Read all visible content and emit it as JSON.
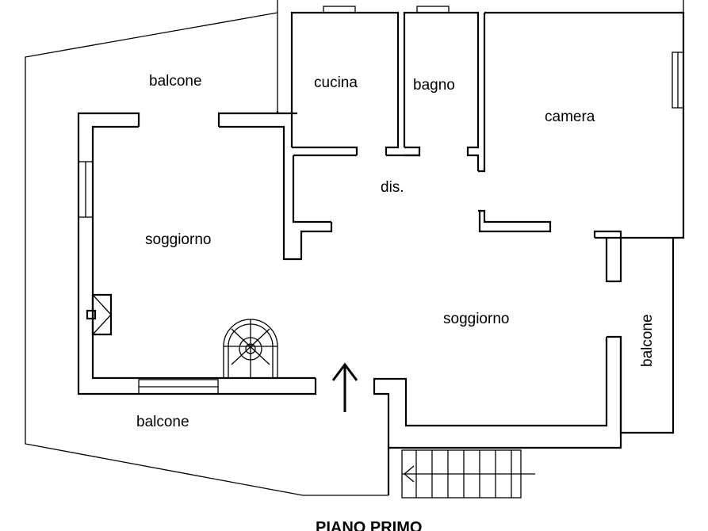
{
  "plan": {
    "title": "PIANO PRIMO",
    "rooms": {
      "balcone_top": "balcone",
      "cucina": "cucina",
      "bagno": "bagno",
      "camera": "camera",
      "dis": "dis.",
      "soggiorno_left": "soggiorno",
      "soggiorno_right": "soggiorno",
      "balcone_right": "balcone",
      "balcone_bottom": "balcone"
    }
  }
}
